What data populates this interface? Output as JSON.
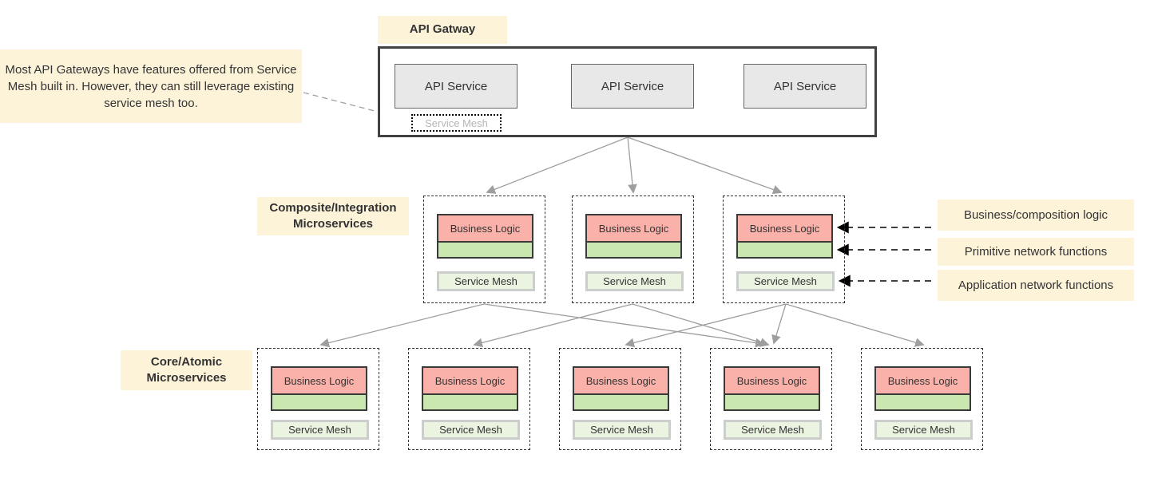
{
  "colors": {
    "cream": "#FCF3D9",
    "business_logic_pink": "#F9B1A9",
    "network_band_green": "#C9E7AE",
    "service_mesh_green": "#EAF4E1",
    "api_service_gray": "#E8E8E8",
    "arrow_gray": "#9E9E9E",
    "arrow_black": "#000000",
    "text_dark": "#333333"
  },
  "annotation": {
    "text": "Most API Gateways have features offered from Service Mesh built in. However, they can still leverage existing service mesh too."
  },
  "gateway": {
    "title": "API Gatway",
    "services": [
      {
        "label": "API Service"
      },
      {
        "label": "API Service"
      },
      {
        "label": "API Service"
      }
    ],
    "service_mesh_label": "Service Mesh"
  },
  "rows": {
    "composite_label": "Composite/Integration Microservices",
    "core_label": "Core/Atomic Microservices",
    "composite_count": 3,
    "core_count": 5
  },
  "card": {
    "business_logic": "Business Logic",
    "service_mesh": "Service Mesh"
  },
  "legend": {
    "items": [
      {
        "label": "Business/composition logic"
      },
      {
        "label": "Primitive network functions"
      },
      {
        "label": "Application network functions"
      }
    ]
  }
}
